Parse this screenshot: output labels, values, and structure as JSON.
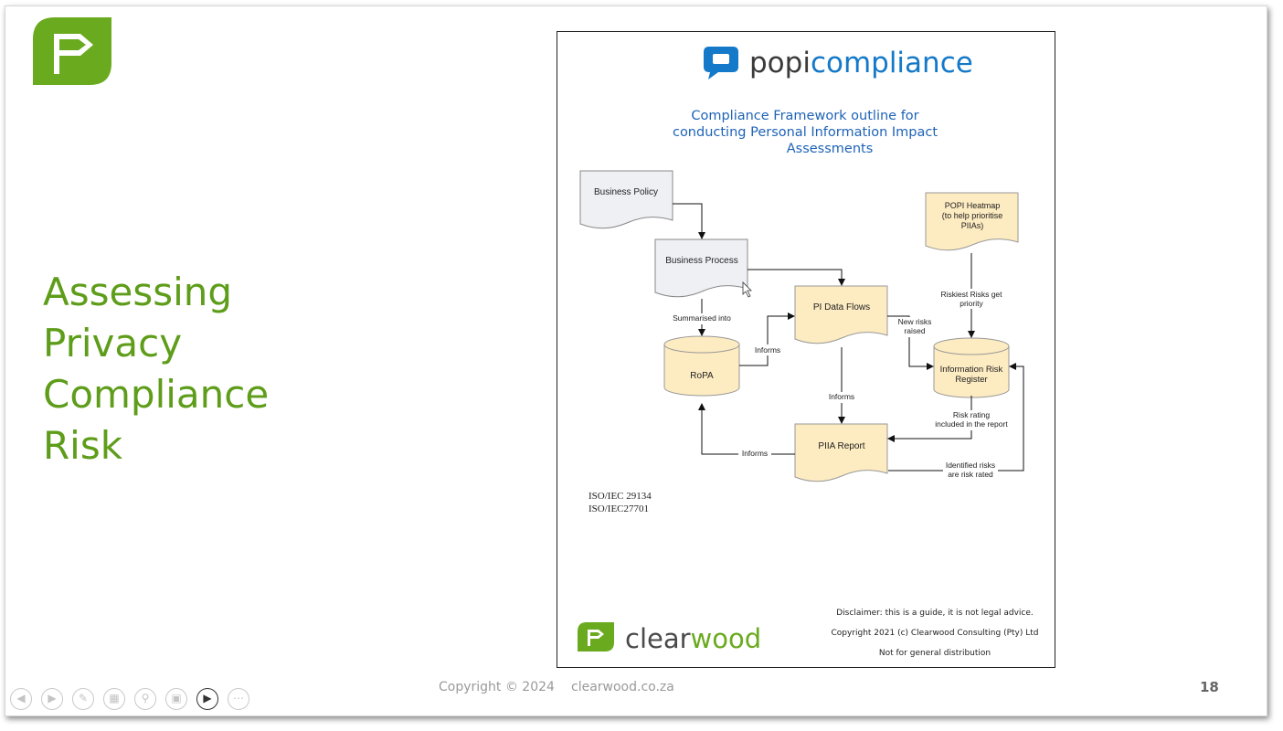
{
  "slide": {
    "title_lines": [
      "Assessing",
      "Privacy",
      "Compliance",
      "Risk"
    ],
    "footer_copyright": "Copyright © 2024",
    "footer_url": "clearwood.co.za",
    "page_number": "18"
  },
  "document": {
    "brand_popi": "popi",
    "brand_compliance": "compliance",
    "heading_lines": [
      "Compliance Framework outline for",
      "conducting Personal Information Impact",
      "Assessments"
    ],
    "nodes": {
      "business_policy": "Business Policy",
      "business_process": "Business Process",
      "pi_data_flows": "PI Data Flows",
      "ropa": "RoPA",
      "piia_report": "PIIA Report",
      "popi_heatmap_lines": [
        "POPI Heatmap",
        "(to help prioritise",
        "PIIAs)"
      ],
      "info_risk_register_lines": [
        "Information Risk",
        "Register"
      ]
    },
    "edges": {
      "summarised_into": "Summarised into",
      "informs_ropa_to_flows": "Informs",
      "informs_flows_to_report": "Informs",
      "informs_report_to_ropa": "Informs",
      "new_risks_raised_lines": [
        "New risks",
        "raised"
      ],
      "riskiest_risks_lines": [
        "Riskiest Risks get",
        "priority"
      ],
      "risk_rating_lines": [
        "Risk rating",
        "included in the report"
      ],
      "identified_risks_lines": [
        "Identified risks",
        "are risk rated"
      ]
    },
    "standards": [
      "ISO/IEC 29134",
      "ISO/IEC27701"
    ],
    "disclaimer": "Disclaimer: this is a guide, it is not legal advice.",
    "copyright": "Copyright 2021 (c) Clearwood Consulting (Pty) Ltd",
    "distribution": "Not for general distribution",
    "clearwood_clear": "clear",
    "clearwood_wood": "wood"
  },
  "controls": [
    "previous-icon",
    "next-icon",
    "pen-icon",
    "slides-icon",
    "zoom-icon",
    "subtitles-icon",
    "camera-icon",
    "more-icon"
  ],
  "colors": {
    "brand_green": "#6aaa1e",
    "title_green": "#5e9d1a",
    "popi_blue": "#1479c8",
    "node_fill": "#fdebc1",
    "doc_fill": "#eef0f4"
  }
}
